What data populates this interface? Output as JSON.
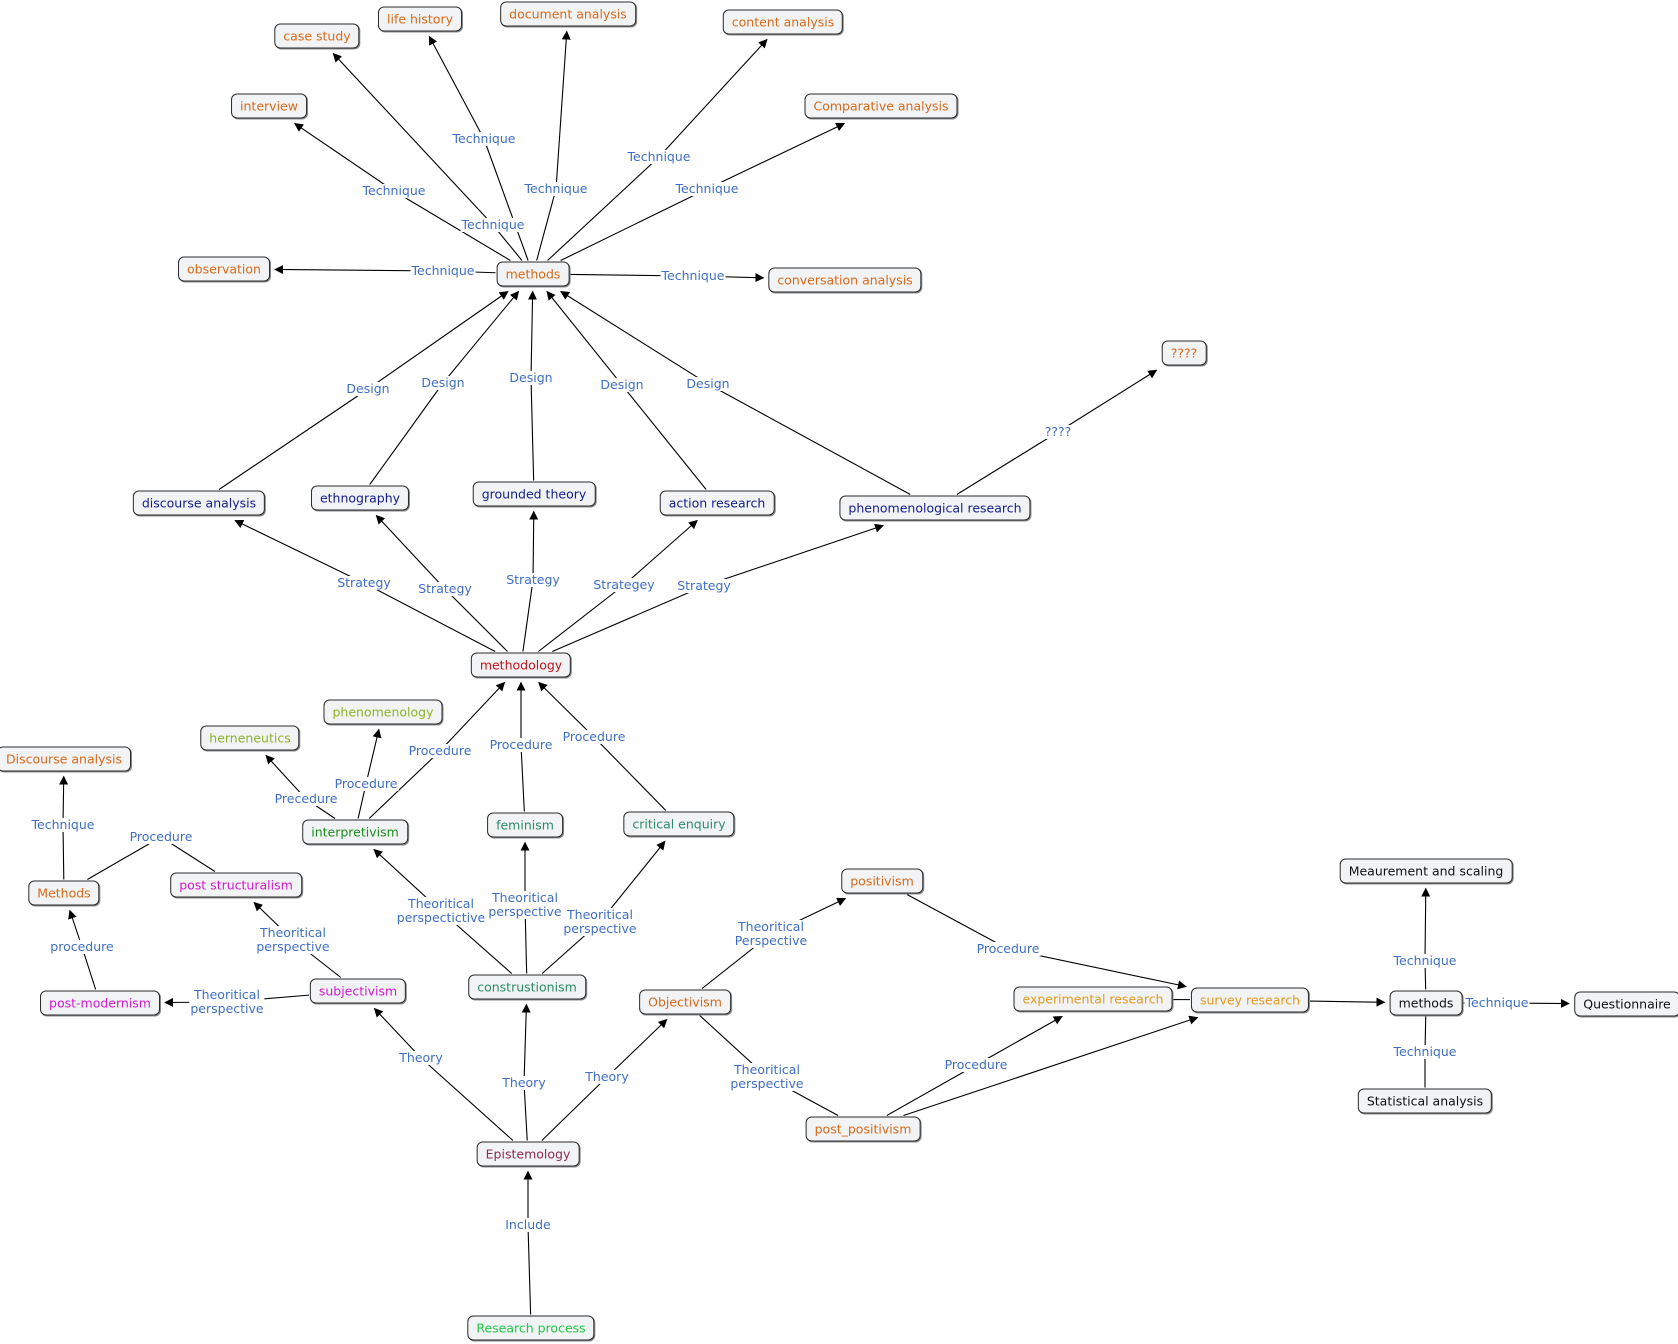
{
  "colors": {
    "orange": "#d86a1a",
    "red": "#c0141e",
    "navy": "#141e8c",
    "olive": "#8fb32a",
    "green": "#1e8c1e",
    "teal": "#2e8b68",
    "magenta": "#d21ad2",
    "maroon": "#8c2d50",
    "bright_green": "#22c84a",
    "amber": "#e69a1e",
    "black": "#111111",
    "link_label": "#3f6fc4"
  },
  "nodes": [
    {
      "id": "case_study",
      "label": "case study",
      "color": "orange"
    },
    {
      "id": "life_history",
      "label": "life history",
      "color": "orange"
    },
    {
      "id": "document_analysis",
      "label": "document analysis",
      "color": "orange"
    },
    {
      "id": "content_analysis",
      "label": "content analysis",
      "color": "orange"
    },
    {
      "id": "interview",
      "label": "interview",
      "color": "orange"
    },
    {
      "id": "comparative_analysis",
      "label": "Comparative analysis",
      "color": "orange"
    },
    {
      "id": "observation",
      "label": "observation",
      "color": "orange"
    },
    {
      "id": "methods",
      "label": "methods",
      "color": "orange"
    },
    {
      "id": "conversation_analysis",
      "label": "conversation analysis",
      "color": "orange"
    },
    {
      "id": "qqqq_node",
      "label": "????",
      "color": "orange"
    },
    {
      "id": "discourse_analysis",
      "label": "discourse analysis",
      "color": "navy"
    },
    {
      "id": "ethnography",
      "label": "ethnography",
      "color": "navy"
    },
    {
      "id": "grounded_theory",
      "label": "grounded theory",
      "color": "navy"
    },
    {
      "id": "action_research",
      "label": "action research",
      "color": "navy"
    },
    {
      "id": "phenomenological_research",
      "label": "phenomenological research",
      "color": "navy"
    },
    {
      "id": "methodology",
      "label": "methodology",
      "color": "red"
    },
    {
      "id": "phenomenology",
      "label": "phenomenology",
      "color": "olive"
    },
    {
      "id": "herneneutics",
      "label": "herneneutics",
      "color": "olive"
    },
    {
      "id": "discourse_analysis_2",
      "label": "Discourse analysis",
      "color": "orange"
    },
    {
      "id": "interpretivism",
      "label": "interpretivism",
      "color": "green"
    },
    {
      "id": "feminism",
      "label": "feminism",
      "color": "teal"
    },
    {
      "id": "critical_enquiry",
      "label": "critical enquiry",
      "color": "teal"
    },
    {
      "id": "methods_2",
      "label": "Methods",
      "color": "orange"
    },
    {
      "id": "post_structuralism",
      "label": "post structuralism",
      "color": "magenta"
    },
    {
      "id": "positivism",
      "label": "positivism",
      "color": "orange"
    },
    {
      "id": "measurement_scaling",
      "label": "Meaurement and scaling",
      "color": "black"
    },
    {
      "id": "post_modernism",
      "label": "post-modernism",
      "color": "magenta"
    },
    {
      "id": "subjectivism",
      "label": "subjectivism",
      "color": "magenta"
    },
    {
      "id": "construstionism",
      "label": "construstionism",
      "color": "teal"
    },
    {
      "id": "objectivism",
      "label": "Objectivism",
      "color": "orange"
    },
    {
      "id": "experimental_research",
      "label": "experimental research",
      "color": "amber"
    },
    {
      "id": "survey_research",
      "label": "survey research",
      "color": "amber"
    },
    {
      "id": "methods_3",
      "label": "methods",
      "color": "black"
    },
    {
      "id": "questionnaire",
      "label": "Questionnaire",
      "color": "black"
    },
    {
      "id": "statistical_analysis",
      "label": "Statistical analysis",
      "color": "black"
    },
    {
      "id": "post_positivism",
      "label": "post_positivism",
      "color": "orange"
    },
    {
      "id": "epistemology",
      "label": "Epistemology",
      "color": "maroon"
    },
    {
      "id": "research_process",
      "label": "Research process",
      "color": "bright_green"
    }
  ],
  "edges": [
    {
      "from": "methods",
      "to": "case_study",
      "label": "Technique"
    },
    {
      "from": "methods",
      "to": "life_history",
      "label": "Technique"
    },
    {
      "from": "methods",
      "to": "document_analysis",
      "label": "Technique"
    },
    {
      "from": "methods",
      "to": "content_analysis",
      "label": "Technique"
    },
    {
      "from": "methods",
      "to": "interview",
      "label": "Technique"
    },
    {
      "from": "methods",
      "to": "comparative_analysis",
      "label": "Technique"
    },
    {
      "from": "methods",
      "to": "observation",
      "label": "Technique"
    },
    {
      "from": "methods",
      "to": "conversation_analysis",
      "label": "Technique"
    },
    {
      "from": "discourse_analysis",
      "to": "methods",
      "label": "Design"
    },
    {
      "from": "ethnography",
      "to": "methods",
      "label": "Design"
    },
    {
      "from": "grounded_theory",
      "to": "methods",
      "label": "Design"
    },
    {
      "from": "action_research",
      "to": "methods",
      "label": "Design"
    },
    {
      "from": "phenomenological_research",
      "to": "methods",
      "label": "Design"
    },
    {
      "from": "phenomenological_research",
      "to": "qqqq_node",
      "label": "????"
    },
    {
      "from": "methodology",
      "to": "discourse_analysis",
      "label": "Strategy"
    },
    {
      "from": "methodology",
      "to": "ethnography",
      "label": "Strategy"
    },
    {
      "from": "methodology",
      "to": "grounded_theory",
      "label": "Strategy"
    },
    {
      "from": "methodology",
      "to": "action_research",
      "label": "Strategey"
    },
    {
      "from": "methodology",
      "to": "phenomenological_research",
      "label": "Strategy"
    },
    {
      "from": "interpretivism",
      "to": "methodology",
      "label": "Procedure"
    },
    {
      "from": "feminism",
      "to": "methodology",
      "label": "Procedure"
    },
    {
      "from": "critical_enquiry",
      "to": "methodology",
      "label": "Procedure"
    },
    {
      "from": "interpretivism",
      "to": "herneneutics",
      "label": "Precedure"
    },
    {
      "from": "interpretivism",
      "to": "phenomenology",
      "label": "Procedure"
    },
    {
      "from": "methods_2",
      "to": "discourse_analysis_2",
      "label": "Technique"
    },
    {
      "from": "post_structuralism",
      "to": "methods_2",
      "label": "Procedure",
      "arrow": false
    },
    {
      "from": "post_modernism",
      "to": "methods_2",
      "label": "procedure"
    },
    {
      "from": "subjectivism",
      "to": "post_structuralism",
      "label": "Theoritical\nperspective"
    },
    {
      "from": "subjectivism",
      "to": "post_modernism",
      "label": "Theoritical\nperspective"
    },
    {
      "from": "construstionism",
      "to": "interpretivism",
      "label": "Theoritical\nperspectictive"
    },
    {
      "from": "construstionism",
      "to": "feminism",
      "label": "Theoritical\nperspective"
    },
    {
      "from": "construstionism",
      "to": "critical_enquiry",
      "label": "Theoritical\nperspective"
    },
    {
      "from": "epistemology",
      "to": "subjectivism",
      "label": "Theory"
    },
    {
      "from": "epistemology",
      "to": "construstionism",
      "label": "Theory"
    },
    {
      "from": "epistemology",
      "to": "objectivism",
      "label": "Theory"
    },
    {
      "from": "research_process",
      "to": "epistemology",
      "label": "Include"
    },
    {
      "from": "objectivism",
      "to": "positivism",
      "label": "Theoritical\nPerspective"
    },
    {
      "from": "objectivism",
      "to": "post_positivism",
      "label": "Theoritical\nperspective",
      "arrow": false
    },
    {
      "from": "positivism",
      "to": "survey_research",
      "label": "Procedure"
    },
    {
      "from": "experimental_research",
      "to": "survey_research",
      "label": "",
      "arrow": false
    },
    {
      "from": "post_positivism",
      "to": "experimental_research",
      "label": "Procedure"
    },
    {
      "from": "post_positivism",
      "to": "survey_research",
      "label": ""
    },
    {
      "from": "survey_research",
      "to": "methods_3",
      "label": ""
    },
    {
      "from": "methods_3",
      "to": "measurement_scaling",
      "label": "Technique"
    },
    {
      "from": "methods_3",
      "to": "questionnaire",
      "label": "Technique"
    },
    {
      "from": "methods_3",
      "to": "statistical_analysis",
      "label": "Technique",
      "arrow": false
    }
  ]
}
